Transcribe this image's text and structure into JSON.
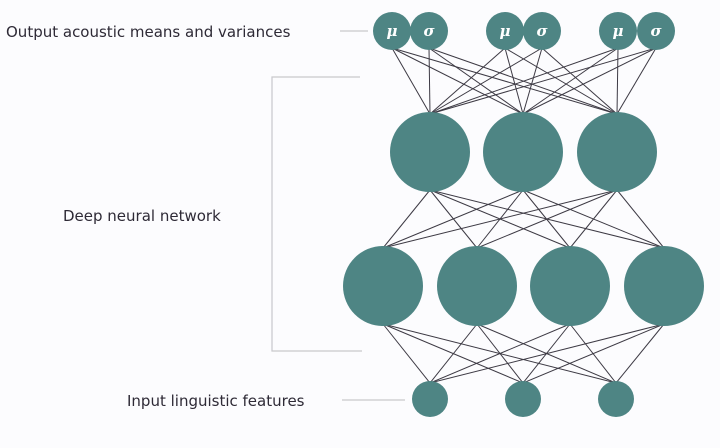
{
  "labels": {
    "output": "Output acoustic means and variances",
    "network": "Deep neural network",
    "input": "Input linguistic features"
  },
  "colors": {
    "node": "#4e8584",
    "edge": "#3d3a44",
    "text": "#2e2a36",
    "guide": "#c8c8cc"
  },
  "layers": [
    {
      "name": "output",
      "nodes": [
        "μ",
        "σ",
        "μ",
        "σ",
        "μ",
        "σ"
      ]
    },
    {
      "name": "hidden-1",
      "nodes": [
        "",
        "",
        ""
      ]
    },
    {
      "name": "hidden-2",
      "nodes": [
        "",
        "",
        "",
        ""
      ]
    },
    {
      "name": "input",
      "nodes": [
        "",
        "",
        ""
      ]
    }
  ]
}
